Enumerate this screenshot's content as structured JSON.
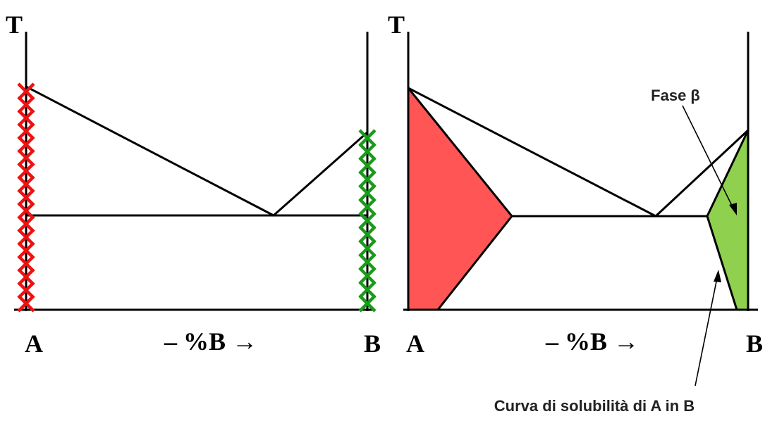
{
  "left_diagram": {
    "y_axis_label": "T",
    "x_left_label": "A",
    "x_right_label": "B",
    "x_axis_label": "– %B →",
    "pure_A_marker_color": "#ee1111",
    "pure_B_marker_color": "#1a9a1a"
  },
  "right_diagram": {
    "y_axis_label": "T",
    "x_left_label": "A",
    "x_right_label": "B",
    "x_axis_label": "– %B →",
    "alpha_region_color": "#ff5555",
    "beta_region_color": "#8fd04f",
    "beta_label": "Fase β",
    "solubility_label": "Curva di solubilità di A in B"
  }
}
